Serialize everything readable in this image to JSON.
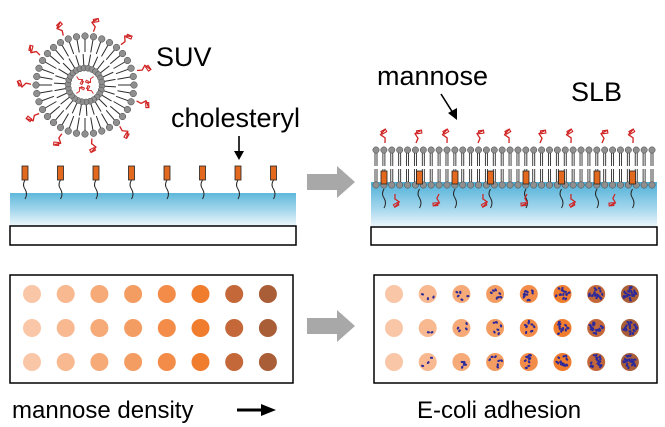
{
  "labels": {
    "suv": "SUV",
    "cholesteryl": "cholesteryl",
    "mannose": "mannose",
    "slb": "SLB",
    "mannose_density": "mannose density",
    "ecoli_adhesion": "E-coli adhesion"
  },
  "colors": {
    "lipid_head": "#8f8f8f",
    "lipid_tail": "#2b2b2b",
    "mannose": "#d02020",
    "cholesteryl": "#e2691e",
    "substrate_top": "#5fb8db",
    "substrate_bottom": "#e8f4fa",
    "process_arrow": "#a8a8a8",
    "bacteria": "#2e2a9a",
    "spot_colors": [
      "#f9c7a8",
      "#f8b890",
      "#f6aa78",
      "#f49d62",
      "#f38c48",
      "#f07c2e",
      "#c4683a",
      "#a95e38"
    ]
  },
  "spot_array": {
    "columns": 8,
    "rows": 3,
    "bacteria_per_spot": [
      0,
      3,
      5,
      7,
      10,
      14,
      18,
      22
    ]
  }
}
